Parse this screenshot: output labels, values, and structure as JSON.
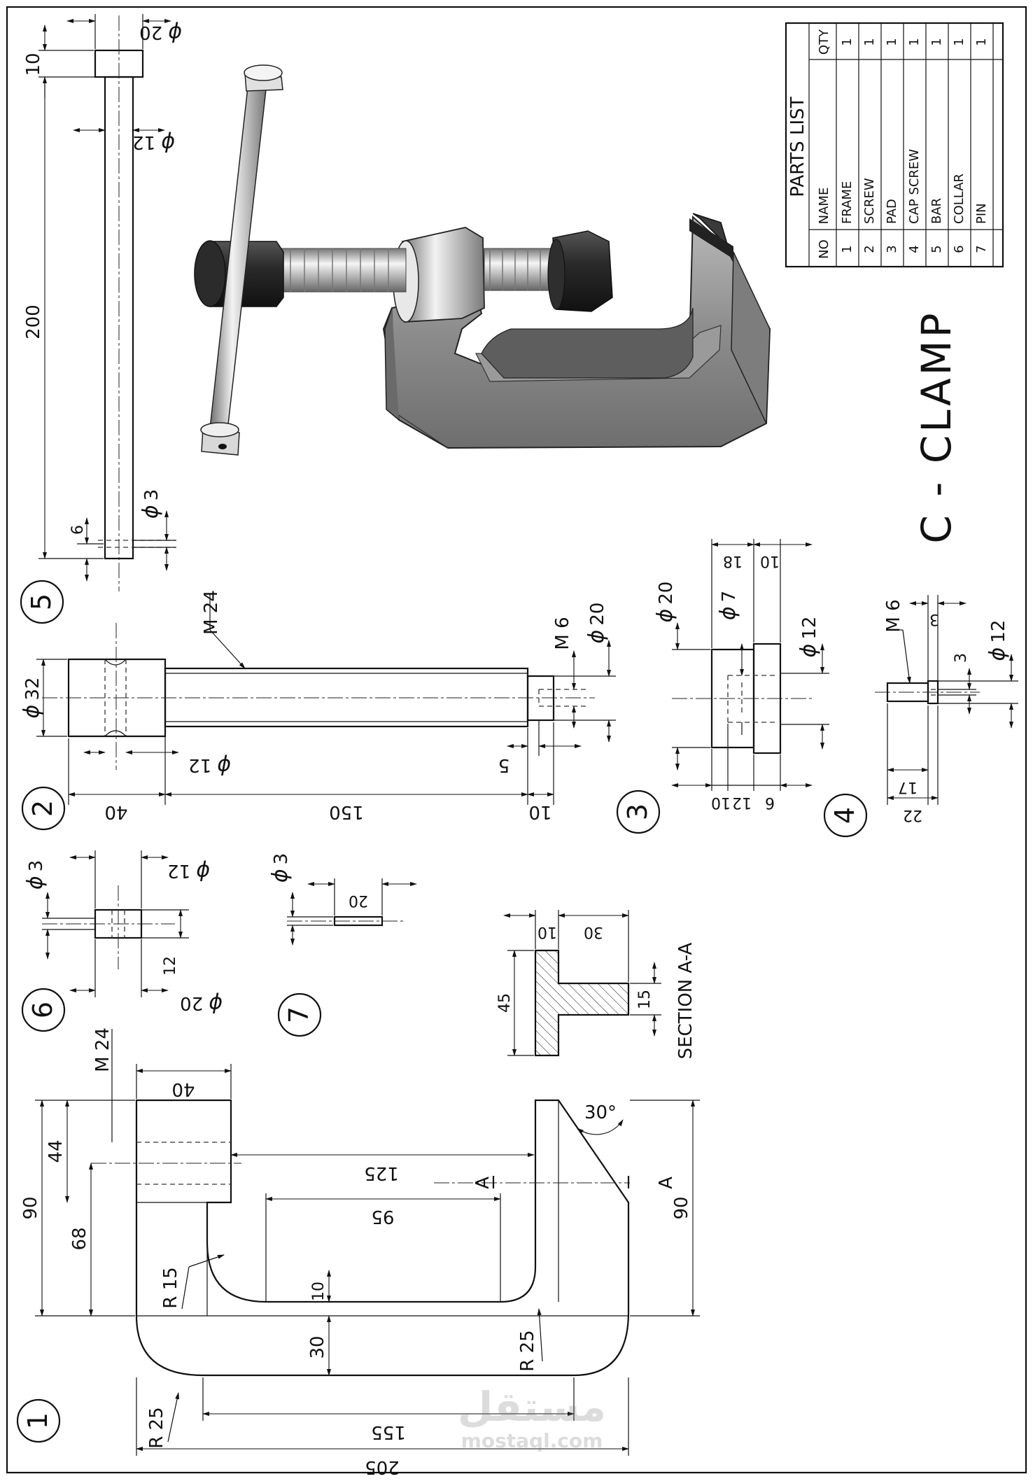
{
  "title": "C - CLAMP",
  "parts_list": {
    "heading": "PARTS LIST",
    "col_no": "NO",
    "col_name": "NAME",
    "col_qty": "QTY",
    "rows": [
      {
        "no": "1",
        "name": "FRAME",
        "qty": "1"
      },
      {
        "no": "2",
        "name": "SCREW",
        "qty": "1"
      },
      {
        "no": "3",
        "name": "PAD",
        "qty": "1"
      },
      {
        "no": "4",
        "name": "CAP SCREW",
        "qty": "1"
      },
      {
        "no": "5",
        "name": "BAR",
        "qty": "1"
      },
      {
        "no": "6",
        "name": "COLLAR",
        "qty": "1"
      },
      {
        "no": "7",
        "name": "PIN",
        "qty": "1"
      }
    ]
  },
  "balloons": [
    "1",
    "2",
    "3",
    "4",
    "5",
    "6",
    "7"
  ],
  "phi": "ϕ",
  "dims": {
    "frame": {
      "d205": "205",
      "d155": "155",
      "d125": "125",
      "d95": "95",
      "d90a": "90",
      "d90b": "90",
      "d68": "68",
      "d44": "44",
      "d40": "40",
      "d30": "30",
      "d10": "10",
      "r25a": "R 25",
      "r25b": "R 25",
      "r15": "R 15",
      "m24": "M 24",
      "ang30": "30°",
      "secA1": "A",
      "secA2": "A"
    },
    "section": {
      "label": "SECTION A-A",
      "d10": "10",
      "d30": "30",
      "d45": "45",
      "d15": "15"
    },
    "screw": {
      "m24": "M 24",
      "m6": "M 6",
      "d32": "32",
      "d12": "12",
      "d20": "20",
      "d5": "5",
      "d40": "40",
      "d150": "150",
      "d10": "10"
    },
    "pad": {
      "d20": "20",
      "d7": "7",
      "d12": "12",
      "d18": "18",
      "d10a": "10",
      "d6": "6",
      "d12b": "12",
      "d10b": "10"
    },
    "capscrew": {
      "m6": "M 6",
      "d3a": "3",
      "d3b": "3",
      "d12": "12",
      "d17": "17",
      "d22": "22"
    },
    "bar": {
      "d200": "200",
      "d10": "10",
      "d20": "20",
      "d12": "12",
      "d3": "3",
      "d6": "6"
    },
    "collar": {
      "d3": "3",
      "d12": "12",
      "d12b": "12",
      "d20": "20"
    },
    "pin": {
      "d3": "3",
      "d20": "20"
    }
  },
  "watermark": {
    "arabic": "مستقل",
    "latin": "mostaql.com"
  }
}
